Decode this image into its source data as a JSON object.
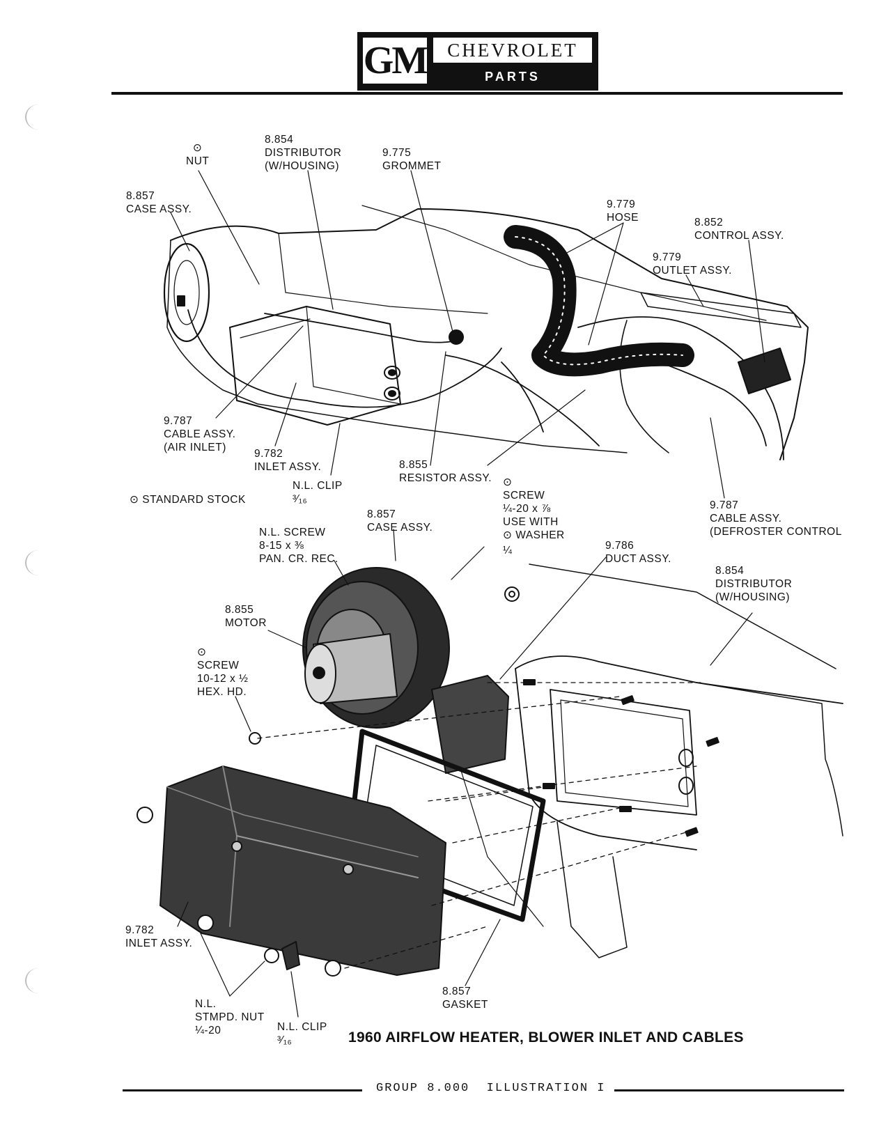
{
  "header": {
    "logo": "GM",
    "brand": "CHEVROLET",
    "subtitle": "PARTS CATALOGUE"
  },
  "labels": {
    "nut_top": "⊙\nNUT",
    "distributor_top": "8.854\nDISTRIBUTOR\n(W/HOUSING)",
    "grommet": "9.775\nGROMMET",
    "case_assy_top": "8.857\nCASE ASSY.",
    "hose": "9.779\nHOSE",
    "control_assy": "8.852\nCONTROL ASSY.",
    "outlet_assy": "9.779\nOUTLET ASSY.",
    "cable_air_inlet": "9.787\nCABLE ASSY.\n(AIR INLET)",
    "inlet_assy_top": "9.782\nINLET ASSY.",
    "resistor_assy": "8.855\nRESISTOR ASSY.",
    "nl_clip_top": "N.L. CLIP\n³⁄₁₆",
    "standard_stock": "⊙ STANDARD STOCK",
    "screw_washer": "⊙\nSCREW\n¼-20 x ⅞\nUSE WITH\n⊙ WASHER",
    "washer_size": "¼",
    "cable_defroster": "9.787\nCABLE ASSY.\n(DEFROSTER CONTROL",
    "case_assy_mid": "8.857\nCASE ASSY.",
    "nl_screw": "N.L. SCREW\n8-15 x ⅜\nPAN. CR. REC.",
    "duct_assy": "9.786\nDUCT ASSY.",
    "distributor_mid": "8.854\nDISTRIBUTOR\n(W/HOUSING)",
    "motor": "8.855\nMOTOR",
    "screw_hex": "⊙\nSCREW\n10-12 x ½\nHEX. HD.",
    "inlet_assy_bottom": "9.782\nINLET ASSY.",
    "stmpd_nut": "N.L.\nSTMPD. NUT\n¼-20",
    "nl_clip_bottom": "N.L. CLIP\n³⁄₁₆",
    "gasket": "8.857\nGASKET"
  },
  "title": "1960 AIRFLOW HEATER, BLOWER INLET AND CABLES",
  "footer": "GROUP 8.000  ILLUSTRATION I"
}
